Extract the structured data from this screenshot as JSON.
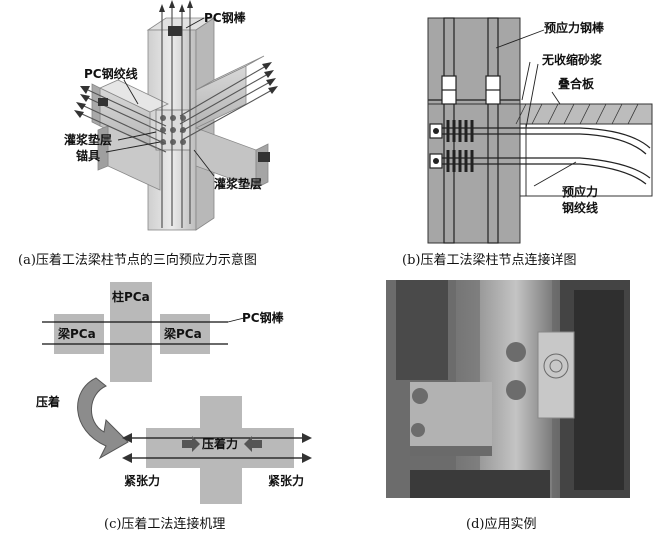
{
  "panel_a": {
    "caption": "(a)压着工法梁柱节点的三向预应力示意图",
    "labels": {
      "pc_bar": "PC钢棒",
      "pc_strand": "PC钢绞线",
      "grout_layer_left": "灌浆垫层",
      "anchor": "锚具",
      "grout_layer_right": "灌浆垫层"
    }
  },
  "panel_b": {
    "caption": "(b)压着工法梁柱节点连接详图",
    "labels": {
      "prestress_bar": "预应力钢棒",
      "non_shrink_mortar": "无收缩砂浆",
      "composite_slab": "叠合板",
      "prestress_strand_1": "预应力",
      "prestress_strand_2": "钢绞线"
    }
  },
  "panel_c": {
    "caption": "(c)压着工法连接机理",
    "labels": {
      "column": "柱PCa",
      "beam_left": "梁PCa",
      "beam_right": "梁PCa",
      "pc_bar": "PC钢棒",
      "press": "压着",
      "press_force": "压着力",
      "tension_left": "紧张力",
      "tension_right": "紧张力"
    }
  },
  "panel_d": {
    "caption": "(d)应用实例"
  }
}
